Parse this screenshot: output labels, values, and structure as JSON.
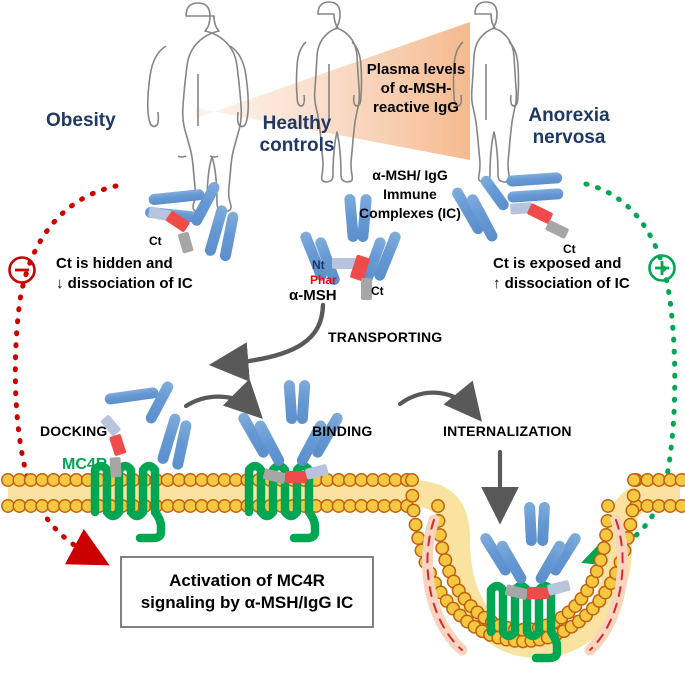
{
  "figure": {
    "title": "Mechanism of alpha-MSH/IgG immune complexes acting on MC4R",
    "domain": "Diagram"
  },
  "colors": {
    "navy_text": "#1F3864",
    "antibody_blue": "#6699D4",
    "antibody_blue_light": "#A8C6E8",
    "phar_red": "#F04B4B",
    "ct_gray": "#A6A6A6",
    "nt_lavender": "#B8C4DE",
    "receptor_green": "#00A651",
    "membrane_head": "#F5C842",
    "membrane_head_stroke": "#C05A10",
    "membrane_tail": "#FAE3A0",
    "negative_red": "#CC0000",
    "positive_green": "#00A651",
    "gradient_peach": "#F6C7A4",
    "arrow_gray": "#595959",
    "box_border": "#808080",
    "person_outline": "#808080"
  },
  "top": {
    "people": [
      {
        "id": "obese",
        "label": "Obesity",
        "label_lines": [
          "Obesity"
        ]
      },
      {
        "id": "healthy",
        "label": "Healthy controls",
        "label_lines": [
          "Healthy",
          "controls"
        ]
      },
      {
        "id": "anorexia",
        "label": "Anorexia nervosa",
        "label_lines": [
          "Anorexia",
          "nervosa"
        ]
      }
    ],
    "gradient_caption": "Plasma levels of α-MSH-reactive IgG",
    "gradient_caption_lines": [
      "Plasma levels",
      "of α-MSH-",
      "reactive IgG"
    ]
  },
  "middle": {
    "ic_caption": "α-MSH/ IgG Immune Complexes (IC)",
    "ic_caption_lines": [
      "α-MSH/ IgG",
      "Immune",
      "Complexes (IC)"
    ],
    "left_branch": {
      "sign": "−",
      "sign_name": "minus",
      "text_lines": [
        "Ct is hidden and",
        "↓ dissociation of IC"
      ],
      "ct_label": "Ct"
    },
    "right_branch": {
      "sign": "+",
      "sign_name": "plus",
      "text_lines": [
        "Ct is exposed and",
        "↑ dissociation of IC"
      ],
      "ct_label": "Ct"
    },
    "peptide": {
      "name": "α-MSH",
      "segments": [
        {
          "key": "Nt",
          "label": "Nt",
          "color": "#B8C4DE"
        },
        {
          "key": "Phar",
          "label": "Phar",
          "color": "#FF0000"
        },
        {
          "key": "Ct",
          "label": "Ct",
          "color": "#A6A6A6"
        }
      ]
    },
    "transporting_label": "TRANSPORTING"
  },
  "bottom": {
    "steps": [
      {
        "id": "docking",
        "label": "DOCKING"
      },
      {
        "id": "binding",
        "label": "BINDING"
      },
      {
        "id": "internalization",
        "label": "INTERNALIZATION"
      }
    ],
    "receptor_label": "MC4R",
    "outcome_box": {
      "lines": [
        "Activation of MC4R",
        "signaling by α-MSH/IgG IC"
      ],
      "text": "Activation of MC4R signaling by α-MSH/IgG IC"
    }
  }
}
